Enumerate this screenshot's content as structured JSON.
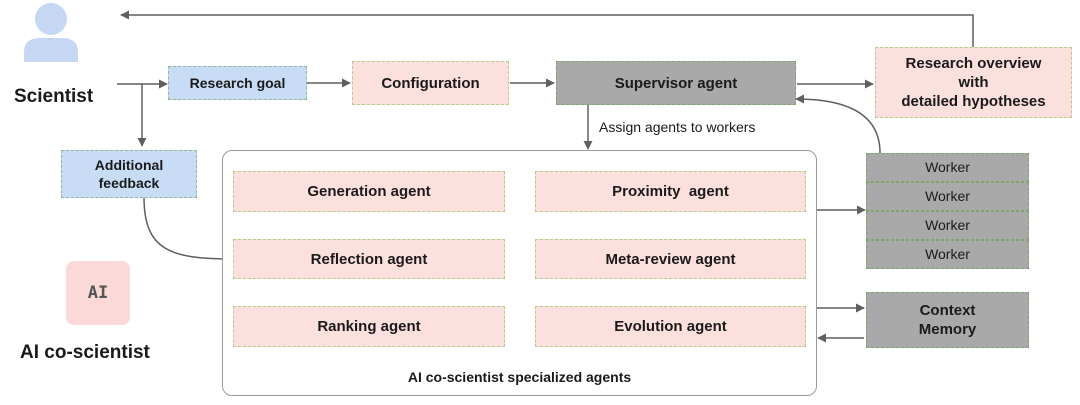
{
  "actors": {
    "scientist_label": "Scientist",
    "ai_badge_text": "AI",
    "ai_label": "AI co-scientist"
  },
  "flow": {
    "research_goal": "Research goal",
    "configuration": "Configuration",
    "supervisor": "Supervisor agent",
    "overview_line1": "Research overview",
    "overview_line2": "with",
    "overview_line3": "detailed hypotheses",
    "feedback_line1": "Additional",
    "feedback_line2": "feedback",
    "assign_label": "Assign agents to workers"
  },
  "agents": {
    "generation": "Generation agent",
    "proximity": "Proximity  agent",
    "reflection": "Reflection agent",
    "meta_review": "Meta-review agent",
    "ranking": "Ranking agent",
    "evolution": "Evolution agent",
    "panel_title": "AI co-scientist specialized agents"
  },
  "workers": [
    "Worker",
    "Worker",
    "Worker",
    "Worker"
  ],
  "memory": {
    "line1": "Context",
    "line2": "Memory"
  },
  "colors": {
    "pink_box": "#fce0de",
    "blue_box": "#c9dcf6",
    "grey_box": "#a9a9a9",
    "arrow_grey": "#5f5f5f",
    "arrow_red": "#cc1d1d",
    "person_icon": "#c5d7f3"
  }
}
